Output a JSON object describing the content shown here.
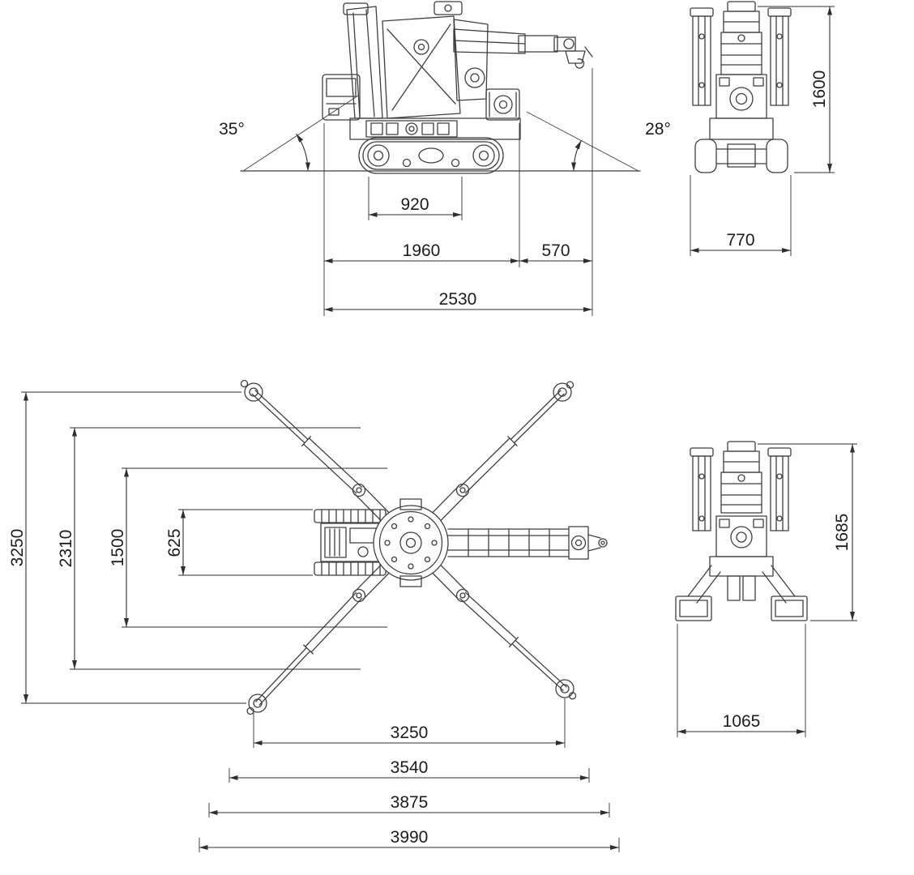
{
  "colors": {
    "line": "#3f3f3f",
    "dim": "#2f2f2f",
    "text": "#1c1c1c",
    "background": "#ffffff"
  },
  "side_view": {
    "angle_left": "35°",
    "angle_right": "28°",
    "dim_track": "920",
    "dim_front": "1960",
    "dim_rear": "570",
    "dim_overall": "2530"
  },
  "front_view_stowed": {
    "dim_height": "1600",
    "dim_width": "770"
  },
  "plan_view": {
    "dim_v_outer": "3250",
    "dim_v_mid": "2310",
    "dim_v_inner": "1500",
    "dim_v_track": "625",
    "dim_h_1": "3250",
    "dim_h_2": "3540",
    "dim_h_3": "3875",
    "dim_h_4": "3990"
  },
  "front_view_outriggers": {
    "dim_height": "1685",
    "dim_width": "1065"
  }
}
